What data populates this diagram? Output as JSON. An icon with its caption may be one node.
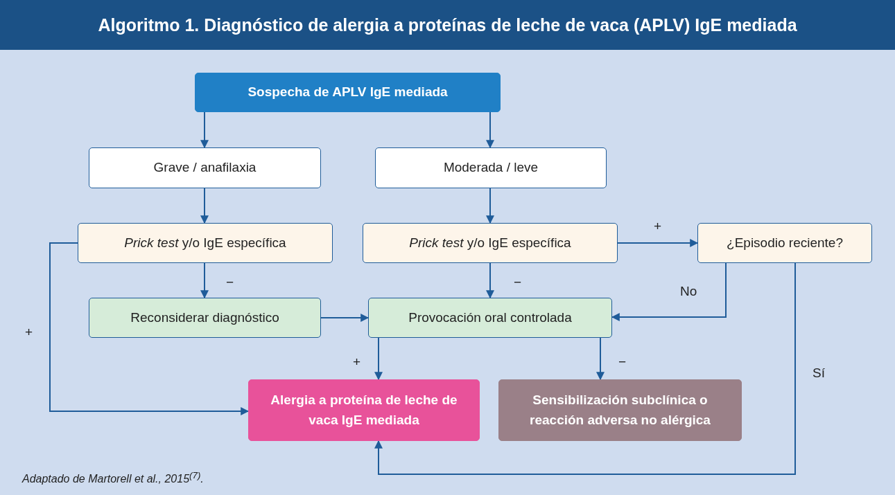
{
  "diagram": {
    "title": "Algoritmo 1. Diagnóstico de alergia a proteínas de leche de vaca (APLV) IgE mediada",
    "caption": "Adaptado de Martorell et al., 2015$^{(7)}$.",
    "nodes": [
      {
        "text": [
          "Sospecha de APLV IgE mediada"
        ]
      },
      {
        "text": [
          "Grave / anafilaxia"
        ]
      },
      {
        "text": [
          "Moderada / leve"
        ]
      },
      {
        "text": [
          "*Prick test* y/o IgE específica"
        ]
      },
      {
        "text": [
          "*Prick test* y/o IgE específica"
        ]
      },
      {
        "text": [
          "¿Episodio reciente?"
        ]
      },
      {
        "text": [
          "Reconsiderar diagnóstico"
        ]
      },
      {
        "text": [
          "Provocación oral controlada"
        ]
      },
      {
        "text": [
          "Alergia a proteína de leche de vaca IgE mediada"
        ]
      },
      {
        "text": [
          "Sensibilización subclínica o reacción adversa no alérgica"
        ]
      }
    ],
    "edges": [
      {
        "from": 0,
        "to": 1,
        "arrow": "to"
      },
      {
        "from": 0,
        "to": 2,
        "arrow": "to"
      },
      {
        "from": 1,
        "to": 3,
        "arrow": "to"
      },
      {
        "from": 2,
        "to": 4,
        "arrow": "to"
      },
      {
        "from": 3,
        "to": 6,
        "arrow": "to",
        "label": "−"
      },
      {
        "from": 4,
        "to": 7,
        "arrow": "to",
        "label": "−"
      },
      {
        "from": 4,
        "to": 5,
        "arrow": "to",
        "label": "+"
      },
      {
        "from": 5,
        "to": 7,
        "arrow": "to",
        "label": "No"
      },
      {
        "from": 6,
        "to": 7,
        "arrow": "to"
      },
      {
        "from": 7,
        "to": 8,
        "arrow": "to",
        "label": "+"
      },
      {
        "from": 7,
        "to": 9,
        "arrow": "to",
        "label": "−"
      },
      {
        "from": 3,
        "to": 8,
        "arrow": "to",
        "label": "+"
      },
      {
        "from": 5,
        "to": 8,
        "arrow": "to",
        "label": "Sí"
      }
    ]
  }
}
